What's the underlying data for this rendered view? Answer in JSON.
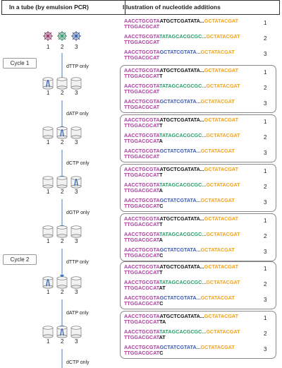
{
  "headers": {
    "left": "In a tube (by emulsion PCR)",
    "right": "Illustration of nucleotide additions"
  },
  "cycles": [
    "Cycle 1",
    "Cycle 2"
  ],
  "steps": [
    "dTTP only",
    "dATP only",
    "dCTP only",
    "dGTP only",
    "dTTP only",
    "dATP only",
    "dCTP only"
  ],
  "tube_numbers": [
    "1",
    "2",
    "3"
  ],
  "row_numbers": [
    "1",
    "2",
    "3"
  ],
  "colors": {
    "template_magenta": "#b03aa3",
    "insert_black": "#111111",
    "insert_green": "#2a9b6a",
    "insert_blue": "#3a59b8",
    "primer_orange": "#f0a21a",
    "arrow_blue": "#3b7fc4",
    "bead_blue": "#2f5fb0"
  },
  "sequences": {
    "prefix": "AACCTGCGTA",
    "insert1": "ATGCTCGATATA...",
    "insert2": "TATAGCACGCGC...",
    "insert3": "GCTATCGTATA...",
    "suffix": "GCTATACGAT",
    "strand": "TTGGACGCAT"
  },
  "panels": [
    {
      "lines": [
        [
          "TTGGACGCAT",
          ""
        ],
        [
          "TTGGACGCAT",
          ""
        ],
        [
          "TTGGACGCAT",
          ""
        ]
      ]
    },
    {
      "lines": [
        [
          "TTGGACGCAT",
          "T"
        ],
        [
          "TTGGACGCAT",
          ""
        ],
        [
          "TTGGACGCAT",
          ""
        ]
      ]
    },
    {
      "lines": [
        [
          "TTGGACGCAT",
          "T"
        ],
        [
          "TTGGACGCAT",
          "A"
        ],
        [
          "TTGGACGCAT",
          ""
        ]
      ]
    },
    {
      "lines": [
        [
          "TTGGACGCAT",
          "T"
        ],
        [
          "TTGGACGCAT",
          "A"
        ],
        [
          "TTGGACGCAT",
          "C"
        ]
      ]
    },
    {
      "lines": [
        [
          "TTGGACGCAT",
          "T"
        ],
        [
          "TTGGACGCAT",
          "A"
        ],
        [
          "TTGGACGCAT",
          "C"
        ]
      ]
    },
    {
      "lines": [
        [
          "TTGGACGCAT",
          "T"
        ],
        [
          "TTGGACGCAT",
          "AT"
        ],
        [
          "TTGGACGCAT",
          "C"
        ]
      ]
    },
    {
      "lines": [
        [
          "TTGGACGCAT",
          "TA"
        ],
        [
          "TTGGACGCAT",
          "AT"
        ],
        [
          "TTGGACGCAT",
          "C"
        ]
      ]
    }
  ]
}
